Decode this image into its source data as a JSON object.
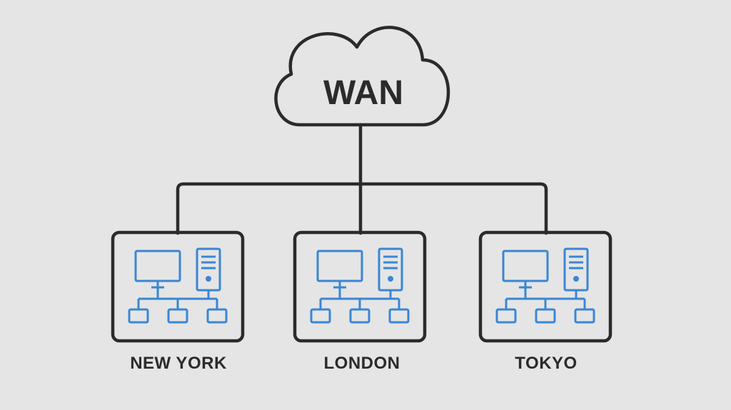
{
  "wan": {
    "label": "WAN"
  },
  "sites": [
    {
      "name": "NEW YORK"
    },
    {
      "name": "LONDON"
    },
    {
      "name": "TOKYO"
    }
  ],
  "colors": {
    "background": "#e5e5e5",
    "line": "#2b2b2b",
    "icon": "#3a86d4"
  },
  "icons": {
    "cloud": "cloud-icon",
    "monitor": "monitor-icon",
    "tower": "computer-tower-icon",
    "network": "network-nodes-icon"
  }
}
